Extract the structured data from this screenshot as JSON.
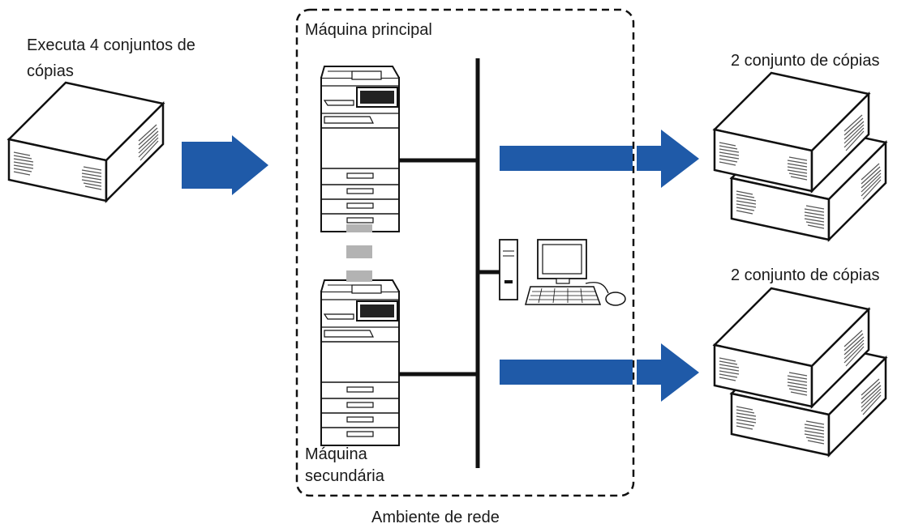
{
  "source_label": [
    "Executa 4 conjuntos de",
    "cópias"
  ],
  "main_machine_label": "Máquina principal",
  "secondary_machine_label": [
    "Máquina",
    "secundária"
  ],
  "output_top_label": "2 conjunto de cópias",
  "output_bottom_label": "2 conjunto de cópias",
  "network_label": "Ambiente de rede",
  "colors": {
    "arrow": "#1f5aa8",
    "link_dashes": "#b3b3b3",
    "lines": "#111111",
    "fill": "#ffffff"
  }
}
